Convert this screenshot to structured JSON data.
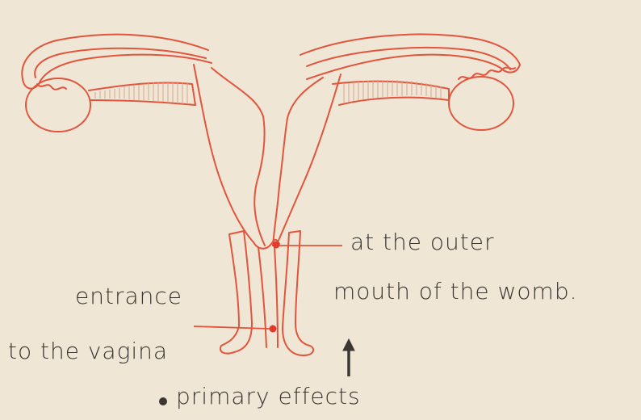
{
  "labels": {
    "outer_mouth_line1": "at the outer",
    "outer_mouth_line2": "mouth of the womb.",
    "entrance_line1": "entrance",
    "entrance_line2": "to the vagina",
    "primary_effects": "primary effects"
  },
  "colors": {
    "background": "#efe6d6",
    "outline": "#e2553c",
    "marker": "#e33a2a",
    "text": "#3a3631",
    "ovary_shading": "#d9a48c"
  },
  "icons": {
    "arrow": "up-arrow-icon",
    "bullet": "bullet-point-icon"
  }
}
